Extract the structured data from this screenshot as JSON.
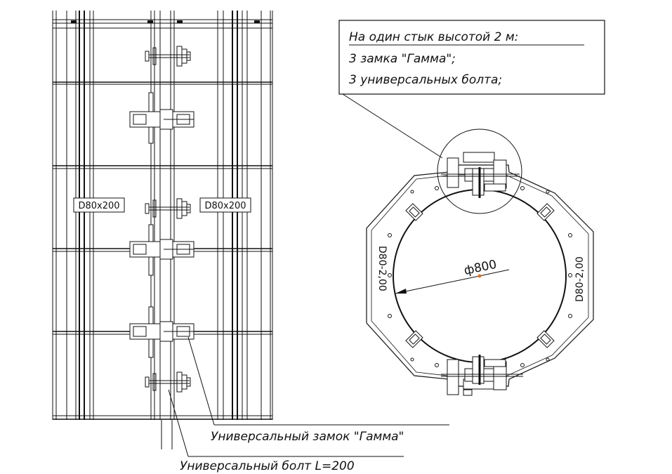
{
  "note": {
    "line1": "На один стык высотой 2 м:",
    "line2": "3 замка \"Гамма\";",
    "line3": "3 универсальных болта;"
  },
  "labels": {
    "panel_left": "D80x200",
    "panel_right": "D80x200",
    "diameter": "ф800",
    "side_left": "D80-2,00",
    "side_right": "D80-2,00",
    "lock_callout": "Универсальный замок \"Гамма\"",
    "bolt_callout": "Универсальный болт L=200"
  },
  "colors": {
    "line": "#111111",
    "center_mark": "#e07020"
  }
}
